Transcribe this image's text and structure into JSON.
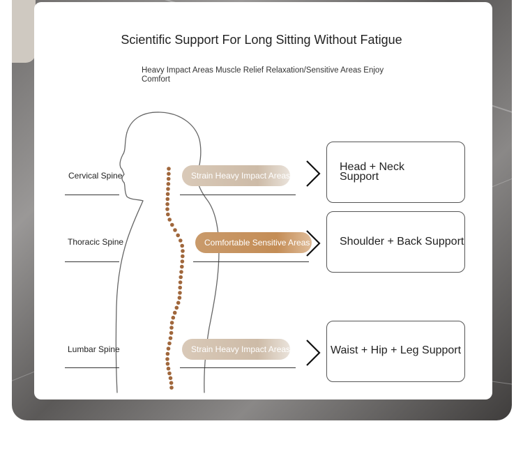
{
  "title": "Scientific Support For Long Sitting Without Fatigue",
  "subtitle": "Heavy Impact Areas Muscle Relief Relaxation/Sensitive Areas Enjoy Comfort",
  "rows": [
    {
      "spine_label": "Cervical Spine",
      "area_label": "Strain Heavy Impact Areas",
      "support_label": "Head + Neck Support"
    },
    {
      "spine_label": "Thoracic Spine",
      "area_label": "Comfortable Sensitive Areas",
      "support_label": "Shoulder + Back Support"
    },
    {
      "spine_label": "Lumbar Spine",
      "area_label": "Strain Heavy Impact Areas",
      "support_label": "Waist + Hip + Leg Support"
    }
  ],
  "colors": {
    "spine_dots": "#a0673c",
    "pill_light": "#d4c3b0",
    "pill_dark": "#c48d56",
    "outline": "#555555"
  }
}
